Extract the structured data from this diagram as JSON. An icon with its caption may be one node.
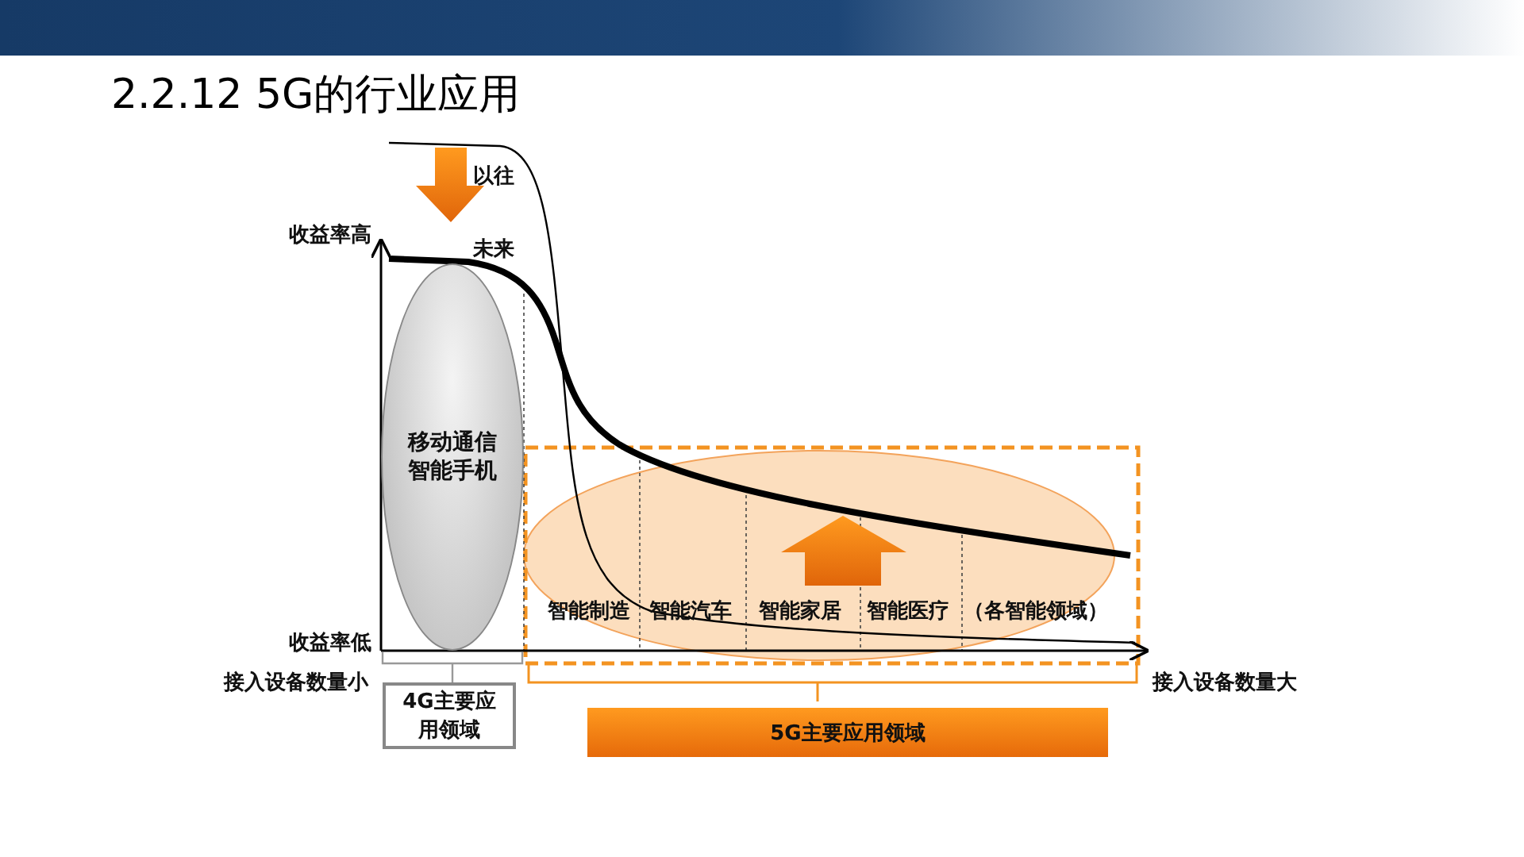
{
  "diagram": {
    "title": "2.2.12 5G的行业应用",
    "nodes": [
      {
        "text": [
          "移动通信智能手机"
        ]
      },
      {
        "text": [
          "4G主要应用领域"
        ]
      },
      {
        "text": [
          "5G主要应用领域"
        ]
      }
    ],
    "edges": [],
    "labels": [
      "以往",
      "收益率高",
      "未来",
      "收益率低",
      "智能制造",
      "智能汽车",
      "智能家居",
      "智能医疗",
      "（各智能领域）",
      "接入设备数量小",
      "接入设备数量大"
    ]
  }
}
